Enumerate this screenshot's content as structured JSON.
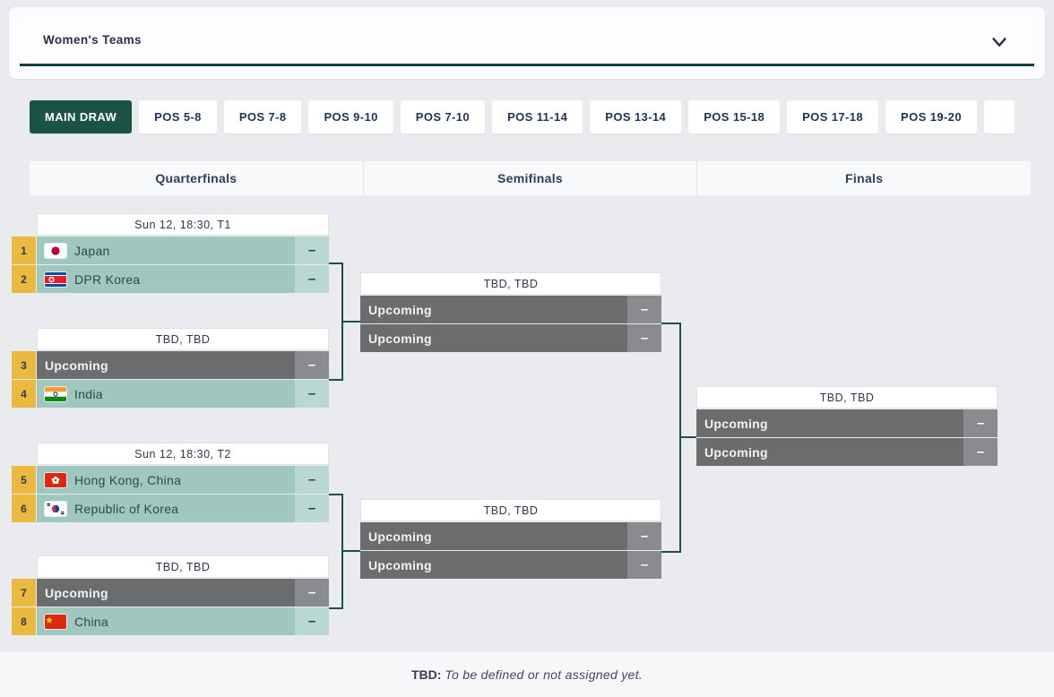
{
  "selector": {
    "label": "Women's Teams",
    "chevron_icon": "chevron-down"
  },
  "tabs": [
    {
      "label": "MAIN DRAW",
      "active": true
    },
    {
      "label": "POS 5-8",
      "active": false
    },
    {
      "label": "POS 7-8",
      "active": false
    },
    {
      "label": "POS 9-10",
      "active": false
    },
    {
      "label": "POS 7-10",
      "active": false
    },
    {
      "label": "POS 11-14",
      "active": false
    },
    {
      "label": "POS 13-14",
      "active": false
    },
    {
      "label": "POS 15-18",
      "active": false
    },
    {
      "label": "POS 17-18",
      "active": false
    },
    {
      "label": "POS 19-20",
      "active": false
    }
  ],
  "rounds": [
    "Quarterfinals",
    "Semifinals",
    "Finals"
  ],
  "bracket": {
    "quarterfinals": [
      {
        "header": "Sun 12, 18:30, T1",
        "rows": [
          {
            "seed": "1",
            "team": "Japan",
            "flag": "japan-flag-icon",
            "score": "–",
            "state": "team"
          },
          {
            "seed": "2",
            "team": "DPR Korea",
            "flag": "dpr-korea-flag-icon",
            "score": "–",
            "state": "team"
          }
        ]
      },
      {
        "header": "TBD, TBD",
        "rows": [
          {
            "seed": "3",
            "team": "Upcoming",
            "flag": "",
            "score": "–",
            "state": "upcoming"
          },
          {
            "seed": "4",
            "team": "India",
            "flag": "india-flag-icon",
            "score": "–",
            "state": "team"
          }
        ]
      },
      {
        "header": "Sun 12, 18:30, T2",
        "rows": [
          {
            "seed": "5",
            "team": "Hong Kong, China",
            "flag": "hong-kong-flag-icon",
            "score": "–",
            "state": "team"
          },
          {
            "seed": "6",
            "team": "Republic of Korea",
            "flag": "south-korea-flag-icon",
            "score": "–",
            "state": "team"
          }
        ]
      },
      {
        "header": "TBD, TBD",
        "rows": [
          {
            "seed": "7",
            "team": "Upcoming",
            "flag": "",
            "score": "–",
            "state": "upcoming"
          },
          {
            "seed": "8",
            "team": "China",
            "flag": "china-flag-icon",
            "score": "–",
            "state": "team"
          }
        ]
      }
    ],
    "semifinals": [
      {
        "header": "TBD, TBD",
        "rows": [
          {
            "team": "Upcoming",
            "score": "–",
            "state": "upcoming"
          },
          {
            "team": "Upcoming",
            "score": "–",
            "state": "upcoming"
          }
        ]
      },
      {
        "header": "TBD, TBD",
        "rows": [
          {
            "team": "Upcoming",
            "score": "–",
            "state": "upcoming"
          },
          {
            "team": "Upcoming",
            "score": "–",
            "state": "upcoming"
          }
        ]
      }
    ],
    "final": {
      "header": "TBD, TBD",
      "rows": [
        {
          "team": "Upcoming",
          "score": "–",
          "state": "upcoming"
        },
        {
          "team": "Upcoming",
          "score": "–",
          "state": "upcoming"
        }
      ]
    }
  },
  "footer": {
    "abbr": "TBD:",
    "note": "To be defined or not assigned yet."
  },
  "colors": {
    "active_tab": "#1b5347",
    "team_row_teal": "#a0c7bf",
    "upcoming_row_gray": "#6b6c6e",
    "seed_amber": "#e9b940",
    "selector_underline": "#123f41",
    "connector": "#1c5052"
  }
}
